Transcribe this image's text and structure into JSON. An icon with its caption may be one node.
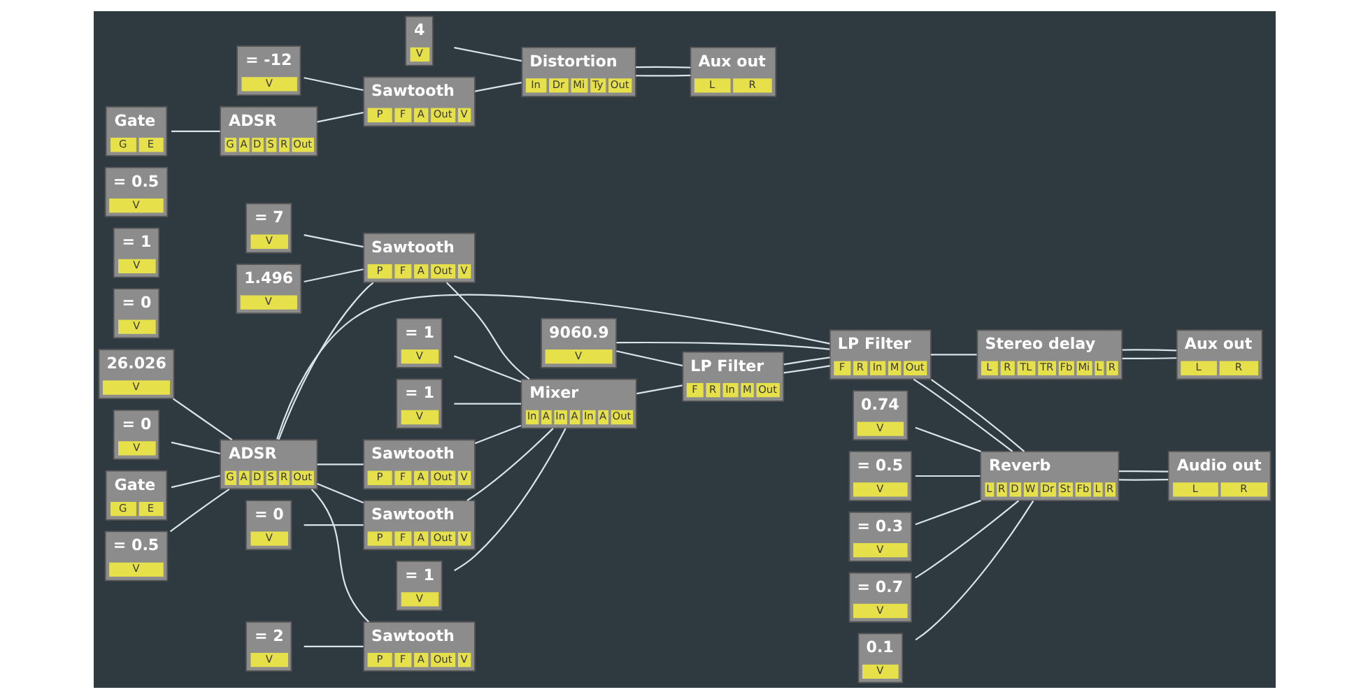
{
  "diagram": {
    "nodes": [
      {
        "text": [
          "26.026",
          "V"
        ]
      },
      {
        "text": [
          "1.496",
          "V"
        ]
      },
      {
        "text": [
          "= 7",
          "V"
        ]
      },
      {
        "text": [
          "= 0",
          "V"
        ]
      },
      {
        "text": [
          "Gate",
          "G",
          "E"
        ]
      },
      {
        "text": [
          "= 0",
          "V"
        ]
      },
      {
        "text": [
          "= 0.5",
          "V"
        ]
      },
      {
        "text": [
          "ADSR",
          "G",
          "A",
          "D",
          "S",
          "R",
          "Out"
        ]
      },
      {
        "text": [
          "Sawtooth",
          "P",
          "F",
          "A",
          "Out",
          "V"
        ]
      },
      {
        "text": [
          "Sawtooth",
          "P",
          "F",
          "A",
          "Out",
          "V"
        ]
      },
      {
        "text": [
          "= 0",
          "V"
        ]
      },
      {
        "text": [
          "Sawtooth",
          "P",
          "F",
          "A",
          "Out",
          "V"
        ]
      },
      {
        "text": [
          "= 2",
          "V"
        ]
      },
      {
        "text": [
          "Sawtooth",
          "P",
          "F",
          "A",
          "Out",
          "V"
        ]
      },
      {
        "text": [
          "= 1",
          "V"
        ]
      },
      {
        "text": [
          "= 1",
          "V"
        ]
      },
      {
        "text": [
          "= 1",
          "V"
        ]
      },
      {
        "text": [
          "= 1",
          "V"
        ]
      },
      {
        "text": [
          "Mixer",
          "In",
          "A",
          "In",
          "A",
          "In",
          "A",
          "Out"
        ]
      },
      {
        "text": [
          "9060.9",
          "V"
        ]
      },
      {
        "text": [
          "LP Filter",
          "F",
          "R",
          "In",
          "M",
          "Out"
        ]
      },
      {
        "text": [
          "LP Filter",
          "F",
          "R",
          "In",
          "M",
          "Out"
        ]
      },
      {
        "text": [
          "= 0.5",
          "V"
        ]
      },
      {
        "text": [
          "= 0.5",
          "V"
        ]
      },
      {
        "text": [
          "Stereo delay",
          "L",
          "R",
          "TL",
          "TR",
          "Fb",
          "Mi",
          "L",
          "R"
        ]
      },
      {
        "text": [
          "Aux out",
          "L",
          "R"
        ]
      },
      {
        "text": [
          "= 0.3",
          "V"
        ]
      },
      {
        "text": [
          "= 0.7",
          "V"
        ]
      },
      {
        "text": [
          "0.1",
          "V"
        ]
      },
      {
        "text": [
          "0.74",
          "V"
        ]
      },
      {
        "text": [
          "Reverb",
          "L",
          "R",
          "D",
          "W",
          "Dr",
          "St",
          "Fb",
          "L",
          "R"
        ]
      },
      {
        "text": [
          "Audio out",
          "L",
          "R"
        ]
      },
      {
        "text": [
          "4",
          "V"
        ]
      },
      {
        "text": [
          "Distortion",
          "In",
          "Dr",
          "Mi",
          "Ty",
          "Out"
        ]
      },
      {
        "text": [
          "Gate",
          "G",
          "E"
        ]
      },
      {
        "text": [
          "= -12",
          "V"
        ]
      },
      {
        "text": [
          "ADSR",
          "G",
          "A",
          "D",
          "S",
          "R",
          "Out"
        ]
      },
      {
        "text": [
          "Sawtooth",
          "P",
          "F",
          "A",
          "Out",
          "V"
        ]
      },
      {
        "text": [
          "Aux out",
          "L",
          "R"
        ]
      }
    ],
    "edges": [
      {
        "from": 4,
        "to": 7,
        "arrow": "none"
      },
      {
        "from": 0,
        "to": 7,
        "arrow": "none"
      },
      {
        "from": 3,
        "to": 7,
        "arrow": "none"
      },
      {
        "from": 6,
        "to": 7,
        "arrow": "none"
      },
      {
        "from": 2,
        "to": 8,
        "arrow": "none"
      },
      {
        "from": 1,
        "to": 8,
        "arrow": "none"
      },
      {
        "from": 7,
        "to": 8,
        "arrow": "none"
      },
      {
        "from": 7,
        "to": 9,
        "arrow": "none"
      },
      {
        "from": 10,
        "to": 11,
        "arrow": "none"
      },
      {
        "from": 7,
        "to": 11,
        "arrow": "none"
      },
      {
        "from": 7,
        "to": 13,
        "arrow": "none"
      },
      {
        "from": 12,
        "to": 13,
        "arrow": "none"
      },
      {
        "from": 8,
        "to": 18,
        "arrow": "none"
      },
      {
        "from": 9,
        "to": 18,
        "arrow": "none"
      },
      {
        "from": 11,
        "to": 18,
        "arrow": "none"
      },
      {
        "from": 14,
        "to": 18,
        "arrow": "none"
      },
      {
        "from": 15,
        "to": 18,
        "arrow": "none"
      },
      {
        "from": 16,
        "to": 18,
        "arrow": "none"
      },
      {
        "from": 18,
        "to": 20,
        "arrow": "none"
      },
      {
        "from": 19,
        "to": 20,
        "arrow": "none"
      },
      {
        "from": 19,
        "to": 21,
        "arrow": "none"
      },
      {
        "from": 20,
        "to": 21,
        "arrow": "none"
      },
      {
        "from": 20,
        "to": 21,
        "arrow": "none"
      },
      {
        "from": 7,
        "to": 21,
        "arrow": "none"
      },
      {
        "from": 21,
        "to": 30,
        "arrow": "none"
      },
      {
        "from": 21,
        "to": 30,
        "arrow": "none"
      },
      {
        "from": 21,
        "to": 24,
        "arrow": "none"
      },
      {
        "from": 23,
        "to": 30,
        "arrow": "none"
      },
      {
        "from": 26,
        "to": 30,
        "arrow": "none"
      },
      {
        "from": 28,
        "to": 30,
        "arrow": "none"
      },
      {
        "from": 27,
        "to": 30,
        "arrow": "none"
      },
      {
        "from": 29,
        "to": 30,
        "arrow": "none"
      },
      {
        "from": 24,
        "to": 25,
        "arrow": "none"
      },
      {
        "from": 24,
        "to": 25,
        "arrow": "none"
      },
      {
        "from": 30,
        "to": 31,
        "arrow": "none"
      },
      {
        "from": 30,
        "to": 31,
        "arrow": "none"
      },
      {
        "from": 34,
        "to": 36,
        "arrow": "none"
      },
      {
        "from": 35,
        "to": 37,
        "arrow": "none"
      },
      {
        "from": 36,
        "to": 37,
        "arrow": "none"
      },
      {
        "from": 37,
        "to": 33,
        "arrow": "none"
      },
      {
        "from": 32,
        "to": 33,
        "arrow": "none"
      },
      {
        "from": 33,
        "to": 38,
        "arrow": "none"
      },
      {
        "from": 33,
        "to": 38,
        "arrow": "none"
      }
    ]
  }
}
